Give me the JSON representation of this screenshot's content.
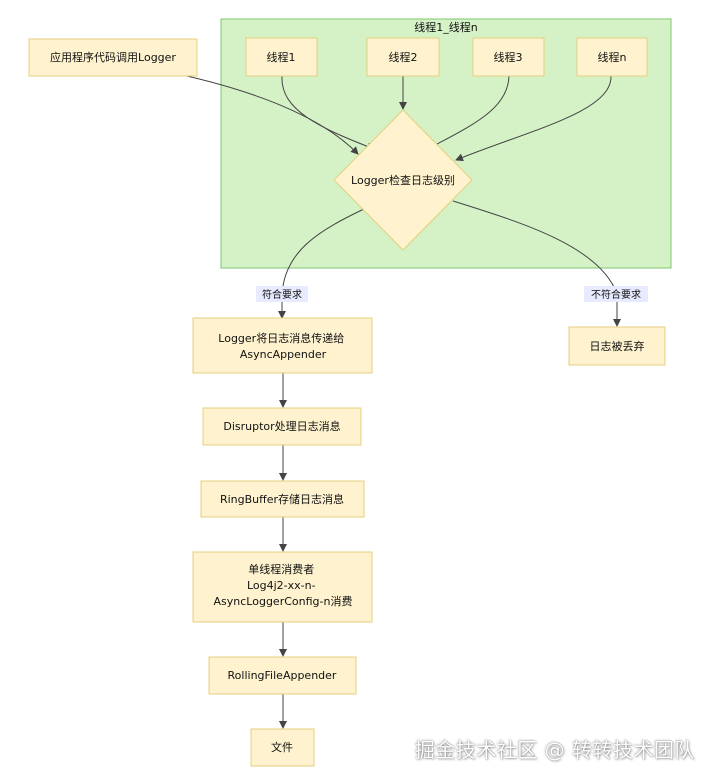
{
  "colors": {
    "group_fill": "#d5f2c7",
    "group_stroke": "#7fc76d",
    "node_fill": "#fff3cf",
    "node_stroke": "#e4cf7c",
    "edge": "#444444",
    "edge_label_bg": "#e8ebff"
  },
  "diagram": {
    "group": {
      "title": "线程1_线程n"
    },
    "nodes": {
      "app_logger": "应用程序代码调用Logger",
      "thread1": "线程1",
      "thread2": "线程2",
      "thread3": "线程3",
      "threadn": "线程n",
      "check_level": "Logger检查日志级别",
      "pass_to_async": {
        "line1": "Logger将日志消息传递给",
        "line2": "AsyncAppender"
      },
      "discarded": "日志被丢弃",
      "disruptor": "Disruptor处理日志消息",
      "ringbuffer": "RingBuffer存储日志消息",
      "consumer": {
        "line1": "单线程消费者",
        "line2": "Log4j2-xx-n-",
        "line3": "AsyncLoggerConfig-n消费"
      },
      "rolling_file_appender": "RollingFileAppender",
      "file": "文件"
    },
    "edge_labels": {
      "meets_requirement": "符合要求",
      "not_meets_requirement": "不符合要求"
    }
  },
  "watermark": "掘金技术社区 @ 转转技术团队"
}
